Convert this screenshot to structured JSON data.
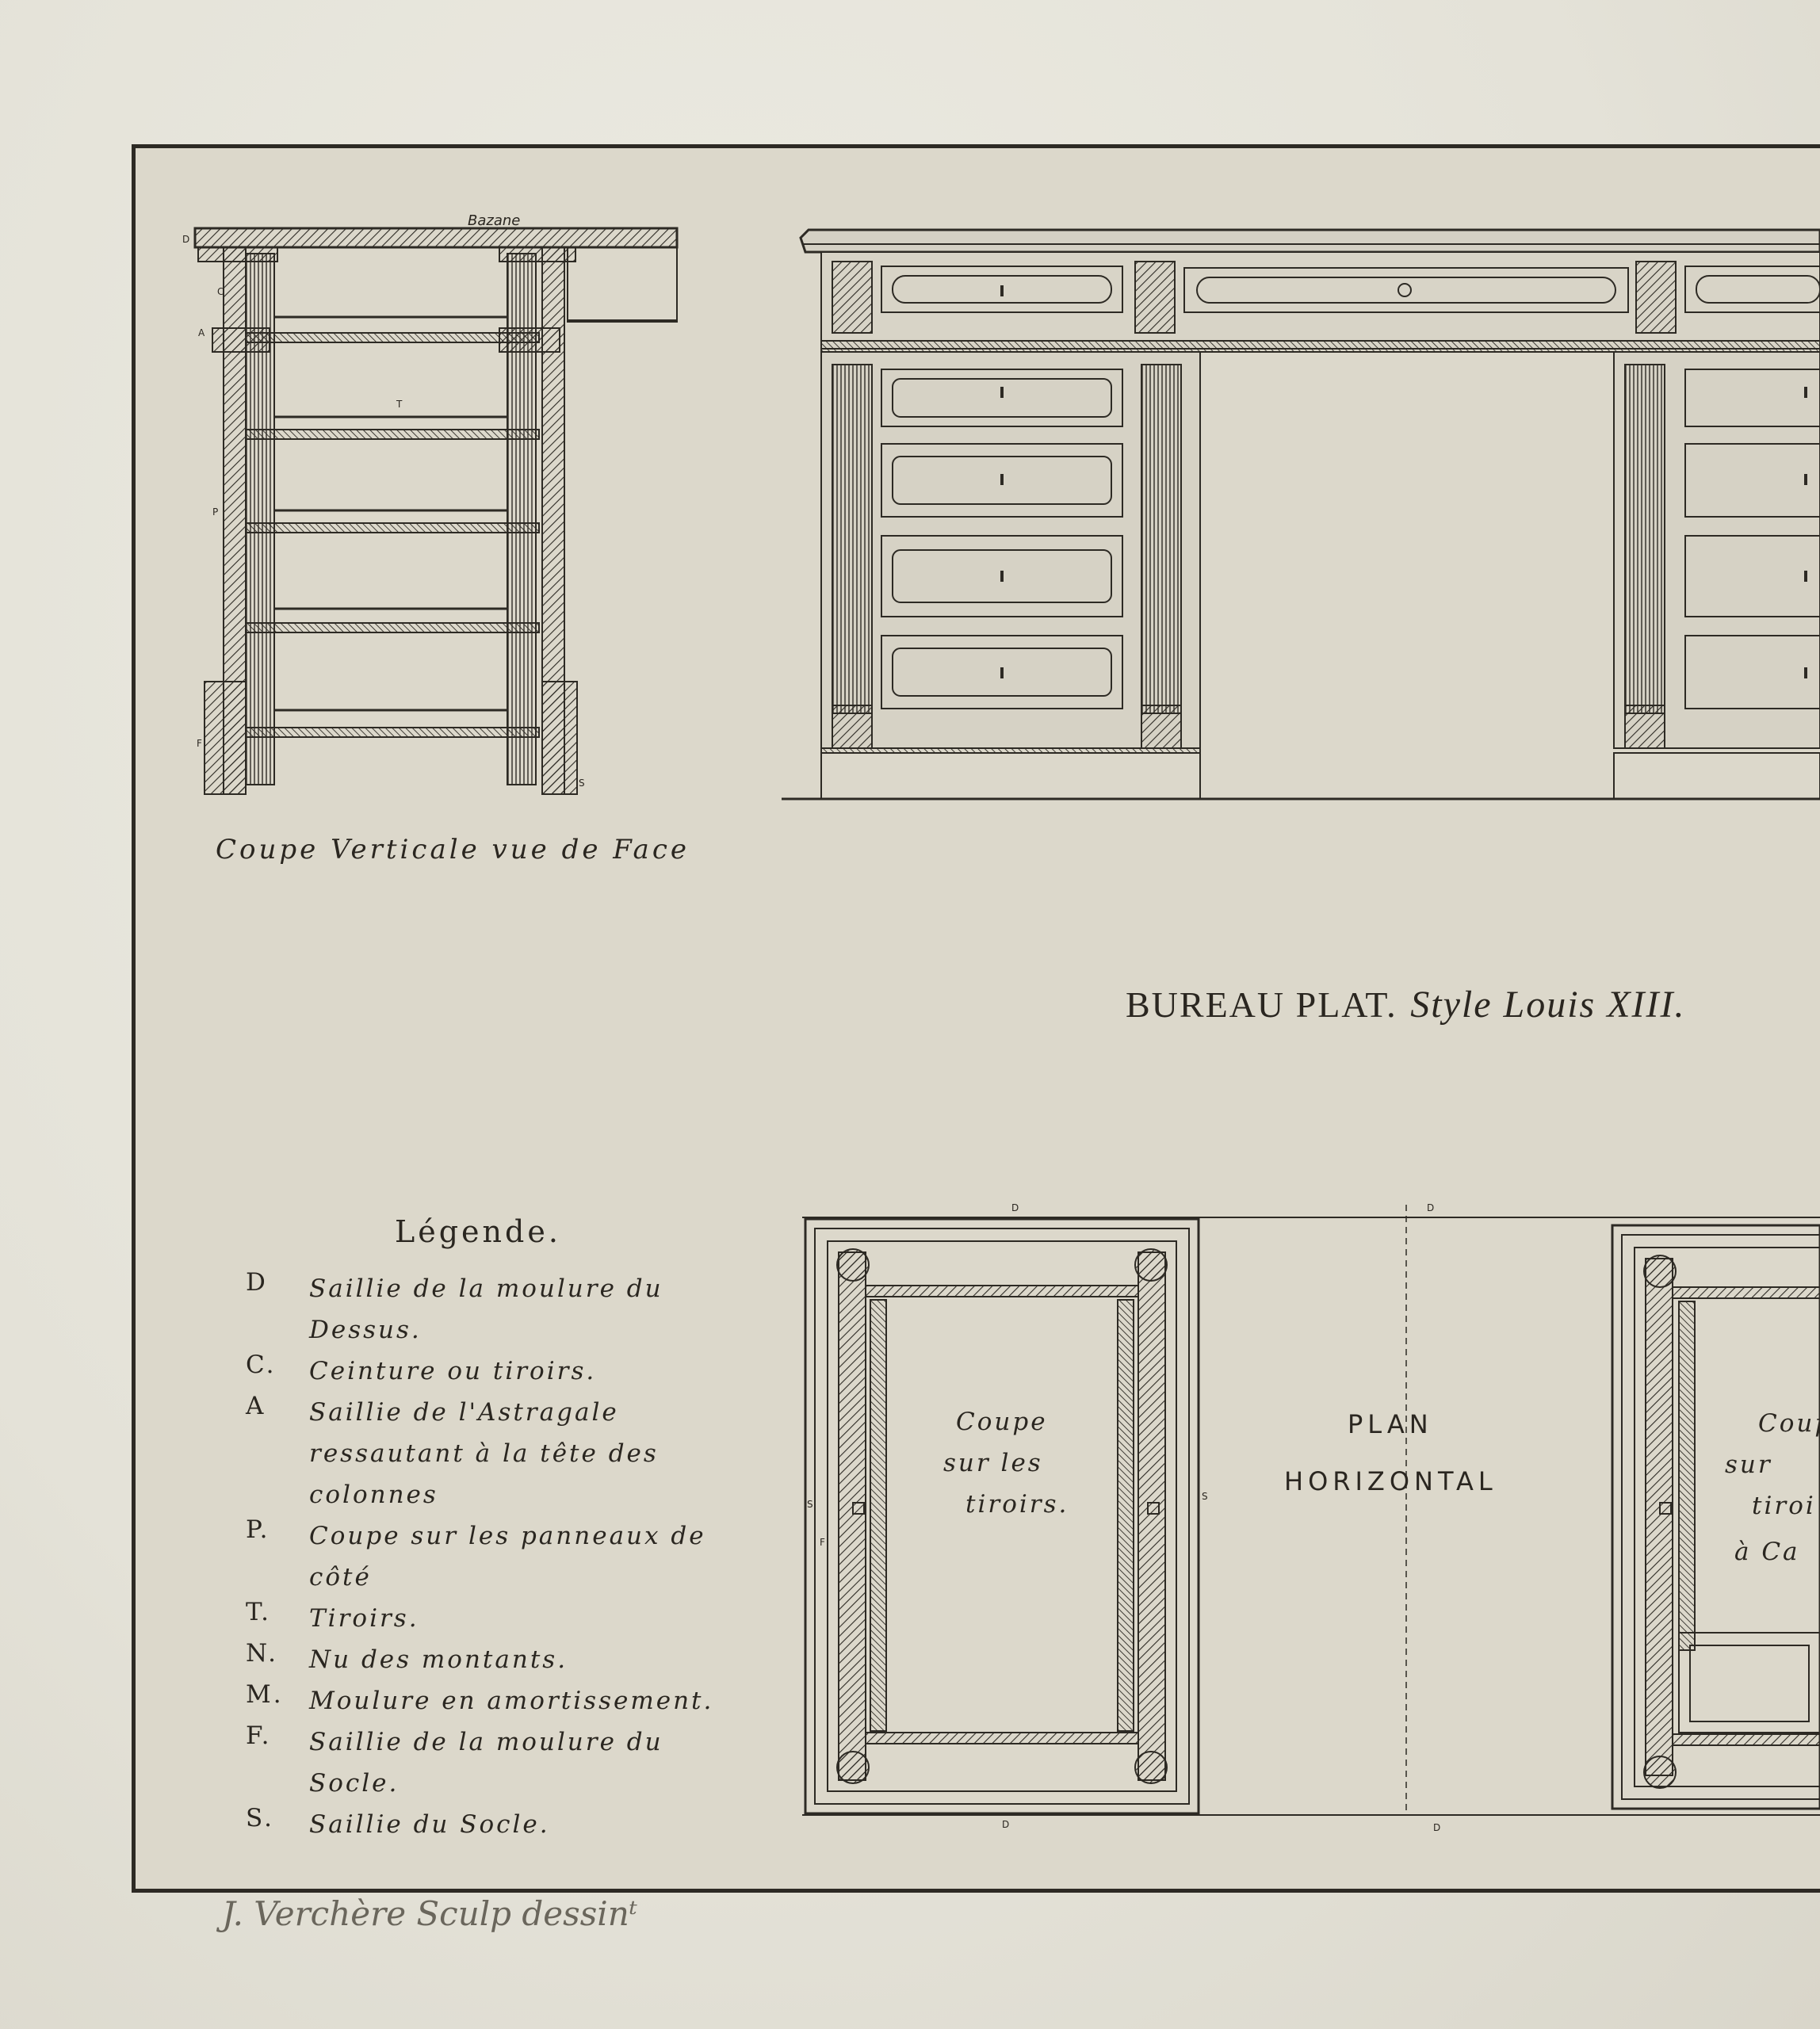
{
  "plate": {
    "title_main": "BUREAU PLAT.",
    "title_style": "Style Louis XIII.",
    "section_caption": "Coupe Verticale vue de Face",
    "top_label": "Bazane"
  },
  "section_letters": {
    "d": "D",
    "c": "C",
    "a": "A",
    "p": "P",
    "t": "T",
    "f": "F",
    "s": "S"
  },
  "legend": {
    "title": "Légende.",
    "items": [
      {
        "code": "D",
        "text": "Saillie de la moulure du Dessus."
      },
      {
        "code": "C.",
        "text": "Ceinture ou tiroirs."
      },
      {
        "code": "A",
        "text": "Saillie de l'Astragale ressautant à la tête des colonnes"
      },
      {
        "code": "P.",
        "text": "Coupe sur les panneaux de côté"
      },
      {
        "code": "T.",
        "text": "Tiroirs."
      },
      {
        "code": "N.",
        "text": "Nu des montants."
      },
      {
        "code": "M.",
        "text": "Moulure en amortissement."
      },
      {
        "code": "F.",
        "text": "Saillie de la moulure du Socle."
      },
      {
        "code": "S.",
        "text": "Saillie du Socle."
      }
    ]
  },
  "plan": {
    "label_line1": "PLAN",
    "label_line2": "HORIZONTAL",
    "left_section_line1": "Coupe",
    "left_section_line2": "sur les",
    "left_section_line3": "tiroirs.",
    "right_section_line1": "Coup",
    "right_section_line2": "sur",
    "right_section_line3": "tiroi",
    "right_section_line4": "à Ca"
  },
  "signature": "J. Verchère Sculp dessinᵗ"
}
